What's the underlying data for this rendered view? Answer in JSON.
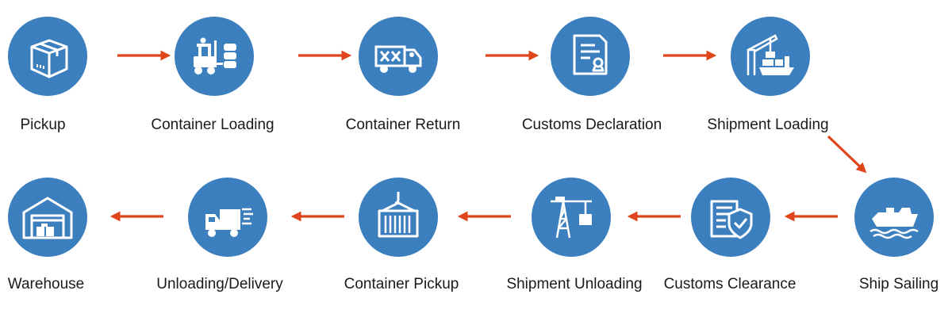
{
  "diagram": {
    "title": "",
    "colors": {
      "circle": "#3c7fbf",
      "arrow": "#e0441b",
      "icon": "#ffffff",
      "text": "#1a1a1a"
    },
    "steps": [
      {
        "label": "Pickup",
        "icon": "package-box-icon"
      },
      {
        "label": "Container Loading",
        "icon": "forklift-icon"
      },
      {
        "label": "Container Return",
        "icon": "truck-icon"
      },
      {
        "label": "Customs Declaration",
        "icon": "document-stamp-icon"
      },
      {
        "label": "Shipment Loading",
        "icon": "crane-ship-icon"
      },
      {
        "label": "Ship Sailing",
        "icon": "ship-icon"
      },
      {
        "label": "Customs Clearance",
        "icon": "document-shield-icon"
      },
      {
        "label": "Shipment Unloading",
        "icon": "tower-crane-icon"
      },
      {
        "label": "Container Pickup",
        "icon": "container-hook-icon"
      },
      {
        "label": "Unloading/Delivery",
        "icon": "fast-truck-icon"
      },
      {
        "label": "Warehouse",
        "icon": "warehouse-icon"
      }
    ]
  }
}
